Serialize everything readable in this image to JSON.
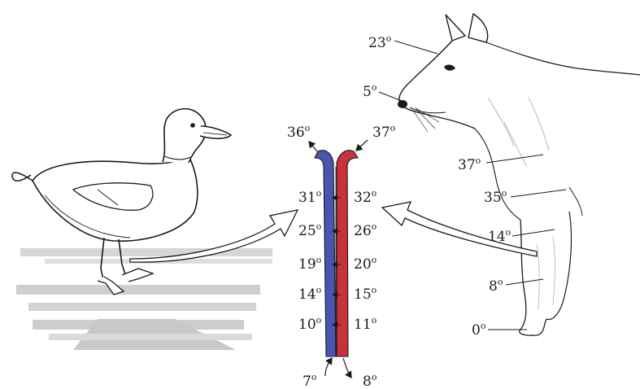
{
  "colors": {
    "artery": "#c8323c",
    "vein": "#4a55b0",
    "ink": "#1a1a1a",
    "shadow": "#9a9a9a"
  },
  "degree_symbol": "o",
  "labels": {
    "wolf_head": "23",
    "wolf_nose": "5",
    "wolf_body": "37",
    "wolf_upper_leg": "35",
    "wolf_mid_leg": "14",
    "wolf_lower_leg": "8",
    "wolf_paw": "0",
    "vein_top": "36",
    "artery_top": "37",
    "vein_bottom": "7",
    "artery_bottom": "8"
  },
  "vein_temps": [
    "31",
    "25",
    "19",
    "14",
    "10"
  ],
  "artery_temps": [
    "32",
    "26",
    "20",
    "15",
    "11"
  ]
}
